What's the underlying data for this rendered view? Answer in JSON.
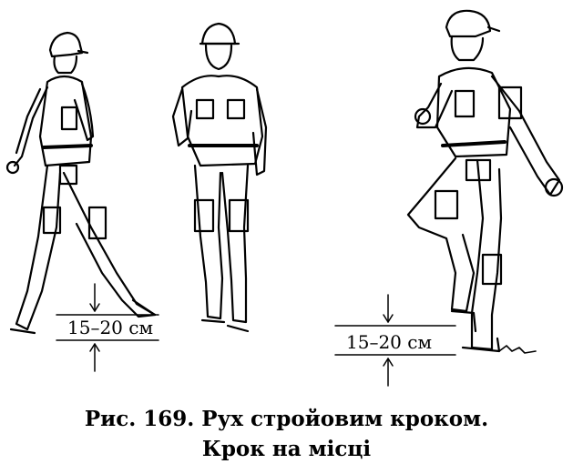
{
  "figure": {
    "left_measure_label": "15–20 см",
    "right_measure_label": "15–20 см",
    "caption_line1": "Рис. 169. Рух стройовим кроком.",
    "caption_line2": "Крок на місці"
  }
}
